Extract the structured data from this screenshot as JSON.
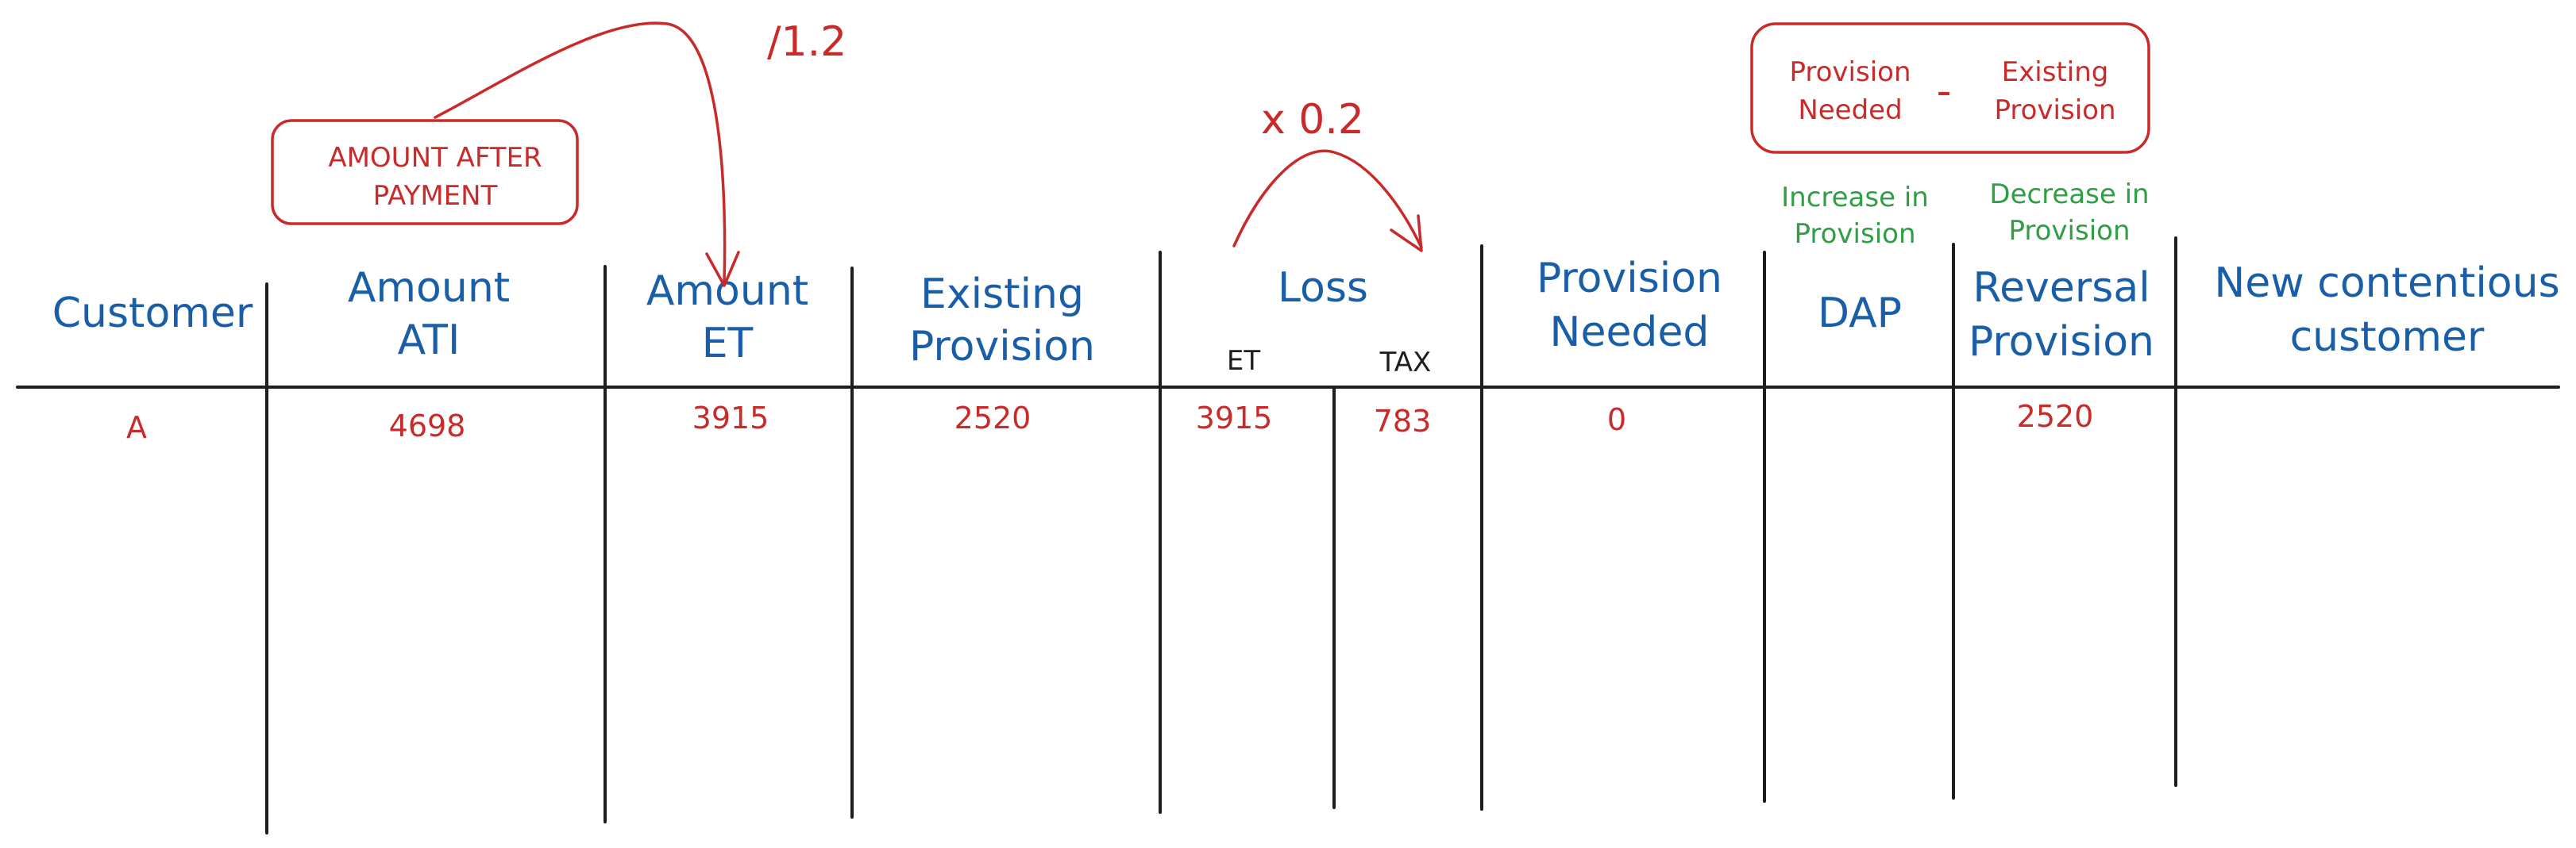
{
  "headers": {
    "customer": "Customer",
    "amount_ati": [
      "Amount",
      "ATI"
    ],
    "amount_et": [
      "Amount",
      "ET"
    ],
    "existing_provision": [
      "Existing",
      "Provision"
    ],
    "loss": "Loss",
    "provision_needed": [
      "Provision",
      "Needed"
    ],
    "dap": "DAP",
    "reversal_provision": [
      "Reversal",
      "Provision"
    ],
    "new_contentious_customer": [
      "New contentious",
      "customer"
    ]
  },
  "loss_subheaders": {
    "et": "ET",
    "tax": "TAX"
  },
  "row": {
    "customer": "A",
    "amount_ati": "4698",
    "amount_et": "3915",
    "existing_provision": "2520",
    "loss_et": "3915",
    "loss_tax": "783",
    "provision_needed": "0",
    "dap": "",
    "reversal_provision": "2520",
    "new_contentious_customer": ""
  },
  "annotations": {
    "amount_after_payment": [
      "AMOUNT AFTER",
      "PAYMENT"
    ],
    "divide": "/1.2",
    "multiply": "x 0.2",
    "formula_left": [
      "Provision",
      "Needed"
    ],
    "formula_minus": "-",
    "formula_right": [
      "Existing",
      "Provision"
    ],
    "dap_note": [
      "Increase in",
      "Provision"
    ],
    "reversal_note": [
      "Decrease in",
      "Provision"
    ]
  },
  "colors": {
    "header_blue": "#1a5ea8",
    "value_red": "#c92a2a",
    "note_green": "#2f9e44",
    "ink": "#1e1e1e"
  }
}
